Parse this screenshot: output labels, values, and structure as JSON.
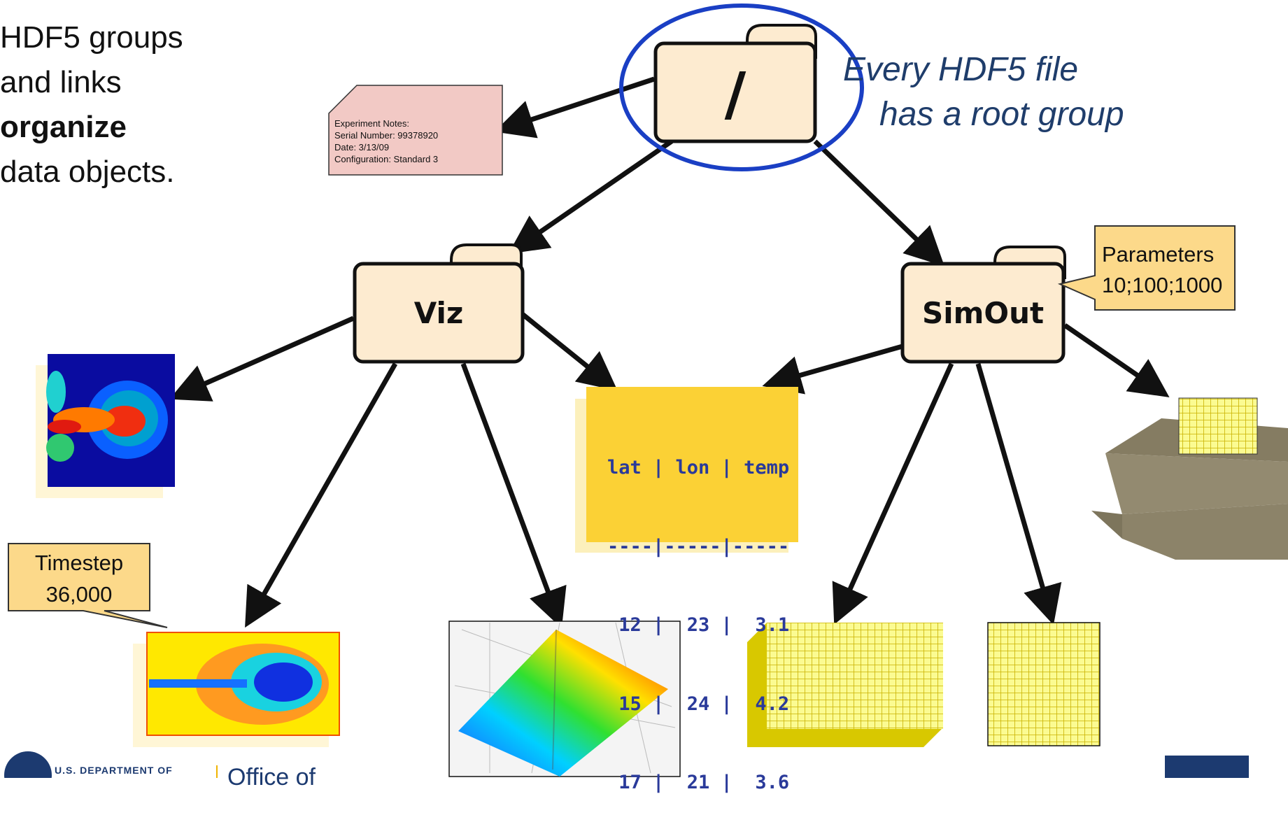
{
  "intro": {
    "line1": "HDF5 groups",
    "line2": "and links",
    "line3": "organize",
    "line4": "data objects."
  },
  "callout": {
    "line1": "Every HDF5 file",
    "line2": "has a root group"
  },
  "folders": {
    "root": "/",
    "viz": "Viz",
    "simout": "SimOut"
  },
  "note": {
    "line1": "Experiment Notes:",
    "line2": "Serial Number: 99378920",
    "line3": "Date: 3/13/09",
    "line4": "Configuration: Standard 3"
  },
  "parameters": {
    "line1": "Parameters",
    "line2": "10;100;1000"
  },
  "timestep": {
    "line1": "Timestep",
    "line2": "36,000"
  },
  "table": {
    "header": "lat | lon | temp",
    "separator": "----|-----|-----",
    "rows": [
      " 12 |  23 |  3.1",
      " 15 |  24 |  4.2",
      " 17 |  21 |  3.6"
    ]
  },
  "footer": {
    "dept": "U.S. DEPARTMENT OF",
    "office": "Office of"
  },
  "colors": {
    "folder_fill": "#fdebd0",
    "root_ellipse": "#1a3fc4",
    "callout_text": "#1f3d6b",
    "note_fill": "#f2c9c5",
    "param_fill": "#fcd98a",
    "table_fill": "#fbd135",
    "grid_fill": "#fbfb92",
    "box_fill": "#938a70"
  }
}
